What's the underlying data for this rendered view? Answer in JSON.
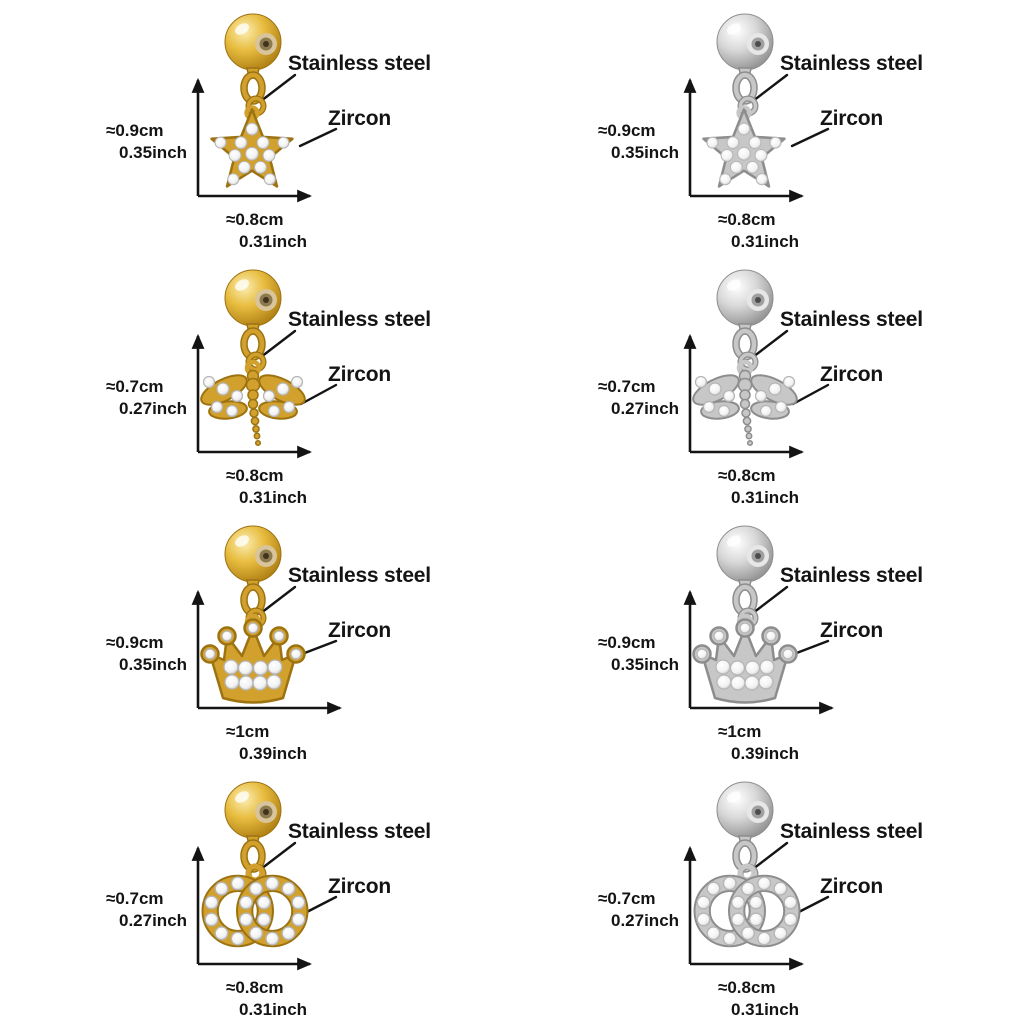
{
  "labels": {
    "stainless_steel": "Stainless steel",
    "zircon": "Zircon"
  },
  "colors": {
    "gold": "#d2a02c",
    "silver": "#c7c7c7",
    "stone": "#f2f2f2",
    "annotation": "#141414",
    "background": "#ffffff"
  },
  "cells": [
    {
      "charm": "star",
      "metal": "gold",
      "height_cm": "≈0.9cm",
      "height_inch": "0.35inch",
      "width_cm": "≈0.8cm",
      "width_inch": "0.31inch"
    },
    {
      "charm": "star",
      "metal": "silver",
      "height_cm": "≈0.9cm",
      "height_inch": "0.35inch",
      "width_cm": "≈0.8cm",
      "width_inch": "0.31inch"
    },
    {
      "charm": "dragonfly",
      "metal": "gold",
      "height_cm": "≈0.7cm",
      "height_inch": "0.27inch",
      "width_cm": "≈0.8cm",
      "width_inch": "0.31inch"
    },
    {
      "charm": "dragonfly",
      "metal": "silver",
      "height_cm": "≈0.7cm",
      "height_inch": "0.27inch",
      "width_cm": "≈0.8cm",
      "width_inch": "0.31inch"
    },
    {
      "charm": "crown",
      "metal": "gold",
      "height_cm": "≈0.9cm",
      "height_inch": "0.35inch",
      "width_cm": "≈1cm",
      "width_inch": "0.39inch"
    },
    {
      "charm": "crown",
      "metal": "silver",
      "height_cm": "≈0.9cm",
      "height_inch": "0.35inch",
      "width_cm": "≈1cm",
      "width_inch": "0.39inch"
    },
    {
      "charm": "double-rings",
      "metal": "gold",
      "height_cm": "≈0.7cm",
      "height_inch": "0.27inch",
      "width_cm": "≈0.8cm",
      "width_inch": "0.31inch"
    },
    {
      "charm": "double-rings",
      "metal": "silver",
      "height_cm": "≈0.7cm",
      "height_inch": "0.27inch",
      "width_cm": "≈0.8cm",
      "width_inch": "0.31inch"
    }
  ]
}
